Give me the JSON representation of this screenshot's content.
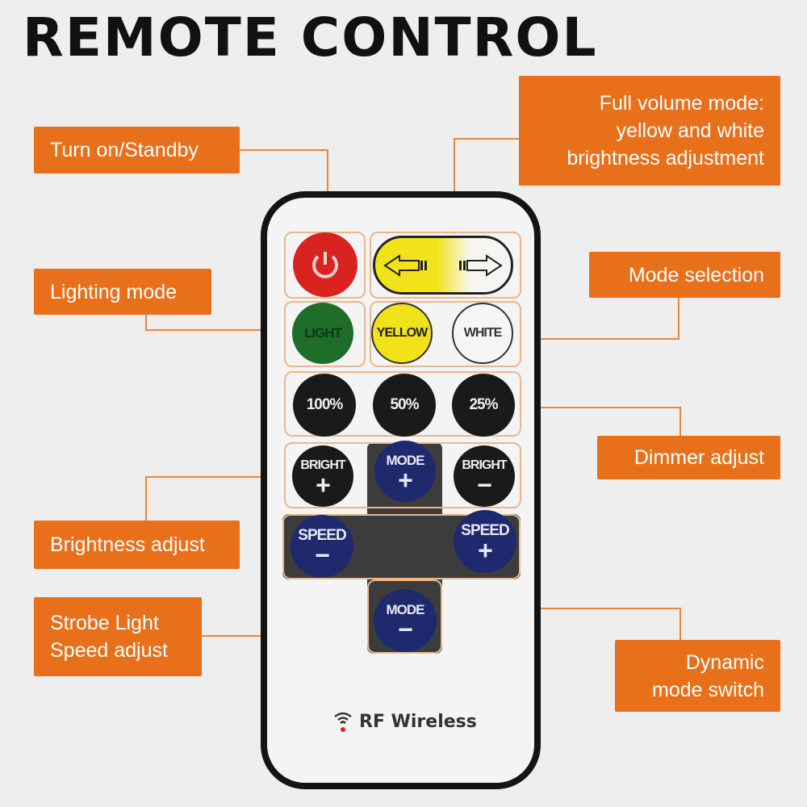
{
  "title": "REMOTE CONTROL",
  "colors": {
    "accent": "#e8701a",
    "power": "#d9231f",
    "light": "#1e6e2a",
    "yellow": "#f2e21a",
    "mode_blue": "#1f2a6e"
  },
  "callouts": {
    "power": "Turn on/Standby",
    "full_volume": [
      "Full volume mode:",
      "yellow and white",
      "brightness adjustment"
    ],
    "lighting": "Lighting mode",
    "mode_selection": "Mode selection",
    "dimmer": "Dimmer adjust",
    "brightness": "Brightness adjust",
    "strobe": [
      "Strobe Light",
      "Speed adjust"
    ],
    "dynamic": [
      "Dynamic",
      "mode switch"
    ]
  },
  "buttons": {
    "light": "LIGHT",
    "yellow": "YELLOW",
    "white": "WHITE",
    "p100": "100%",
    "p50": "50%",
    "p25": "25%",
    "bright": "BRIGHT",
    "mode": "MODE",
    "speed": "SPEED",
    "plus": "+",
    "minus": "−"
  },
  "footer": "RF Wireless"
}
